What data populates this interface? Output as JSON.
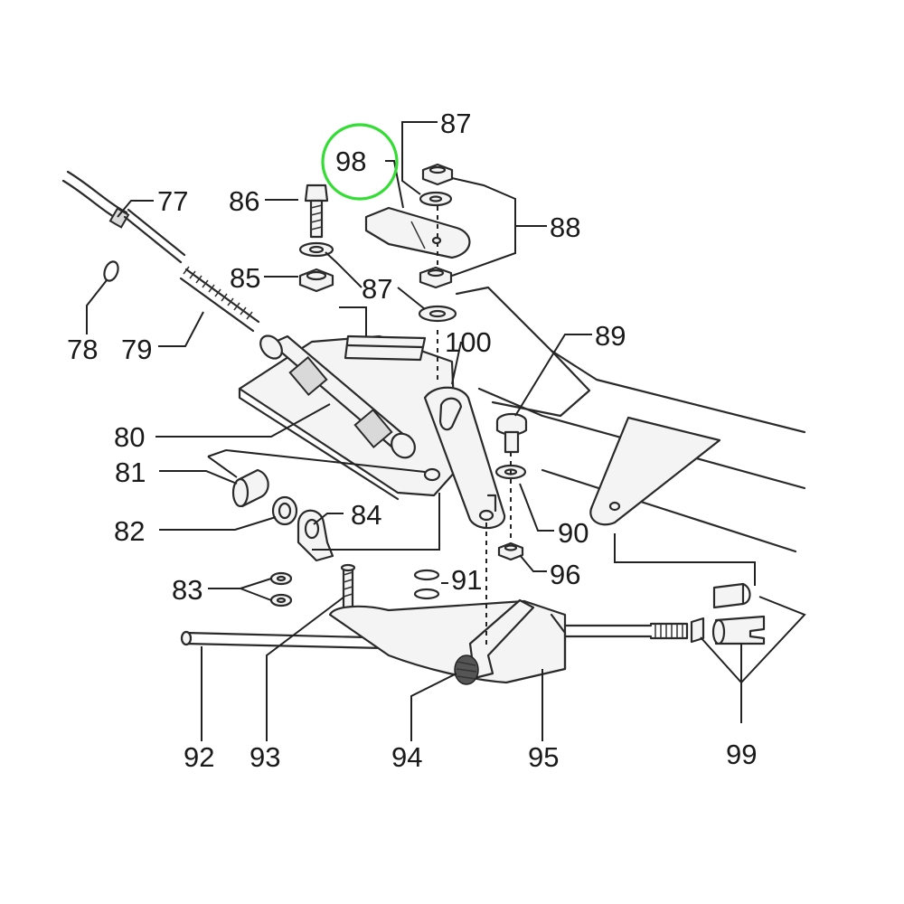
{
  "diagram": {
    "highlight_color": "#33dd33",
    "callouts": {
      "c77": "77",
      "c78": "78",
      "c79": "79",
      "c80": "80",
      "c81": "81",
      "c82": "82",
      "c83": "83",
      "c84": "84",
      "c85": "85",
      "c86": "86",
      "c87a": "87",
      "c87b": "87",
      "c88": "88",
      "c89": "89",
      "c90": "90",
      "c91": "91",
      "c92": "92",
      "c93": "93",
      "c94": "94",
      "c95": "95",
      "c96": "96",
      "c98": "98",
      "c99": "99",
      "c100": "100"
    },
    "highlighted_callout": "98"
  }
}
